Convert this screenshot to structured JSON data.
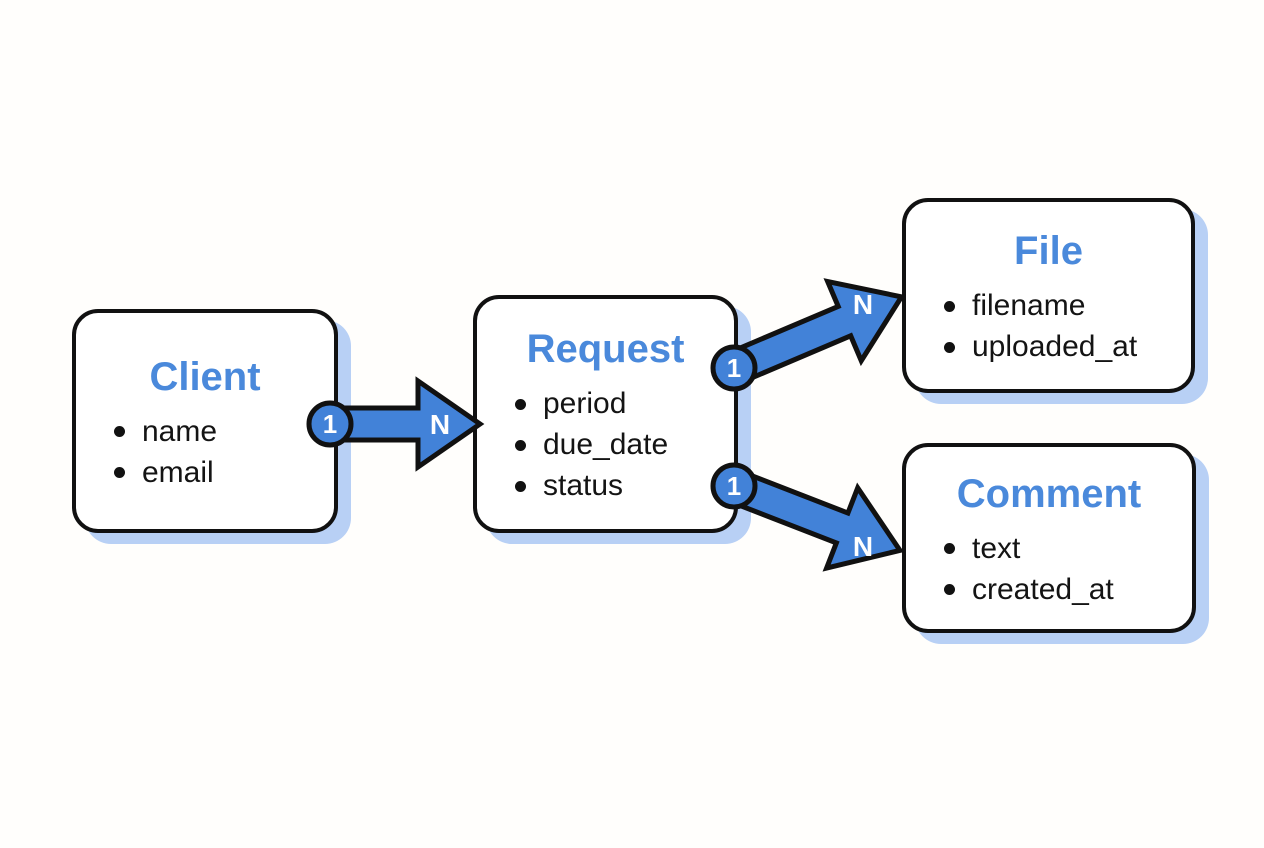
{
  "diagram": {
    "type": "entity-relationship",
    "colors": {
      "title": "#4a89db",
      "arrow": "#4282d8",
      "shadow": "#b8d0f5",
      "border": "#111111"
    },
    "entities": [
      {
        "id": "client",
        "title": "Client",
        "fields": [
          "name",
          "email"
        ]
      },
      {
        "id": "request",
        "title": "Request",
        "fields": [
          "period",
          "due_date",
          "status"
        ]
      },
      {
        "id": "file",
        "title": "File",
        "fields": [
          "filename",
          "uploaded_at"
        ]
      },
      {
        "id": "comment",
        "title": "Comment",
        "fields": [
          "text",
          "created_at"
        ]
      }
    ],
    "relations": [
      {
        "from": "client",
        "to": "request",
        "from_label": "1",
        "to_label": "N"
      },
      {
        "from": "request",
        "to": "file",
        "from_label": "1",
        "to_label": "N"
      },
      {
        "from": "request",
        "to": "comment",
        "from_label": "1",
        "to_label": "N"
      }
    ]
  }
}
